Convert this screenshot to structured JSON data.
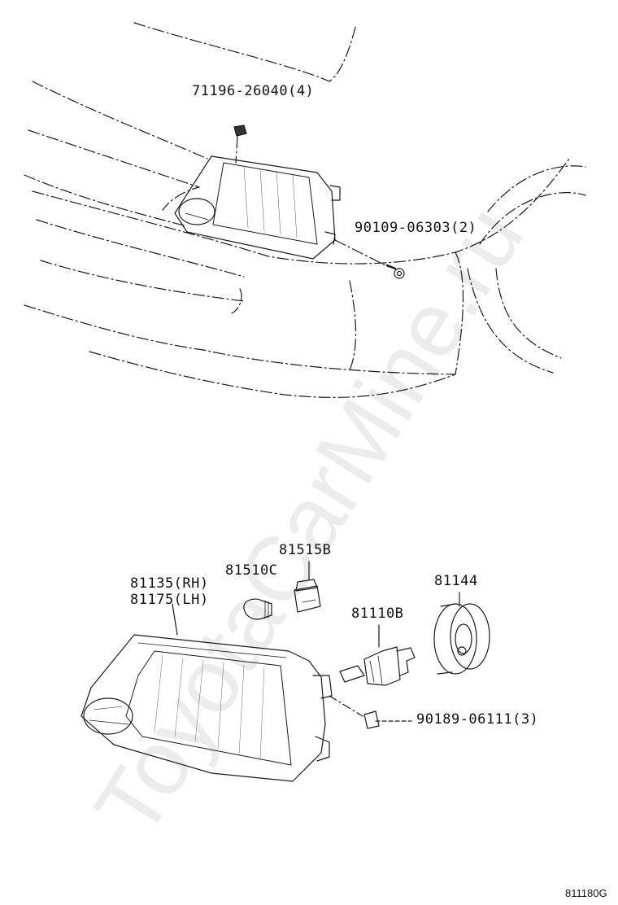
{
  "watermark": "ToyotaCarMine.ru",
  "diagram_code": "811180G",
  "parts": {
    "clip_71196": "71196-26040(4)",
    "screw_90109": "90109-06303(2)",
    "bulb_socket": "81515B",
    "small_bulb": "81510C",
    "lamp_rh": "81135(RH)",
    "lamp_lh": "81175(LH)",
    "headlamp_bulb": "81110B",
    "bulb_cover": "81144",
    "nut_90189": "90189-06111(3)"
  }
}
